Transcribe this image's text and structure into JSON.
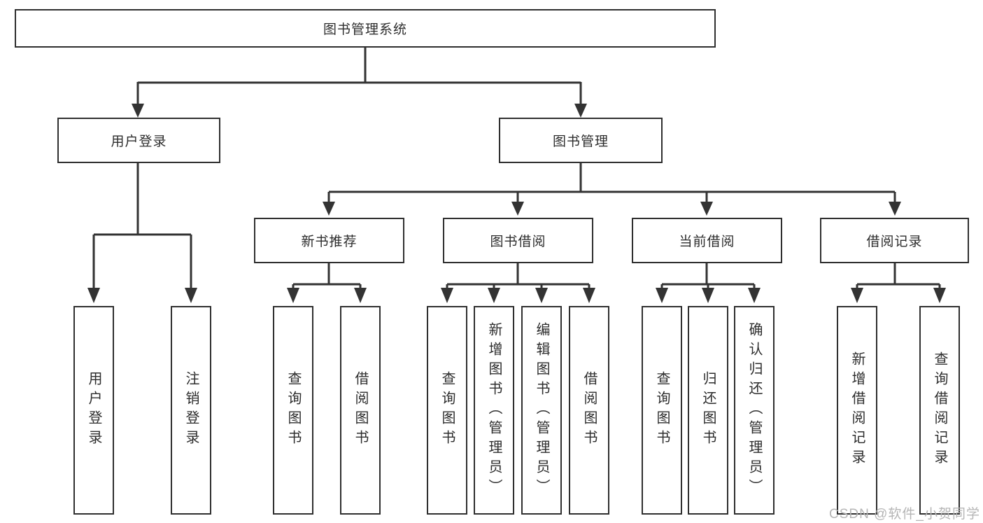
{
  "colors": {
    "line": "#333333",
    "box_border": "#2f2f2f",
    "box_background": "#ffffff",
    "text": "#2d2d2d",
    "watermark": "#b5b5b5"
  },
  "tree": {
    "label": "图书管理系统",
    "children": [
      {
        "label": "用户登录",
        "children": [
          {
            "label": "用户登录"
          },
          {
            "label": "注销登录"
          }
        ]
      },
      {
        "label": "图书管理",
        "children": [
          {
            "label": "新书推荐",
            "children": [
              {
                "label": "查询图书"
              },
              {
                "label": "借阅图书"
              }
            ]
          },
          {
            "label": "图书借阅",
            "children": [
              {
                "label": "查询图书"
              },
              {
                "label": "新增图书（管理员）"
              },
              {
                "label": "编辑图书（管理员）"
              },
              {
                "label": "借阅图书"
              }
            ]
          },
          {
            "label": "当前借阅",
            "children": [
              {
                "label": "查询图书"
              },
              {
                "label": "归还图书"
              },
              {
                "label": "确认归还（管理员）"
              }
            ]
          },
          {
            "label": "借阅记录",
            "children": [
              {
                "label": "新增借阅记录"
              },
              {
                "label": "查询借阅记录"
              }
            ]
          }
        ]
      }
    ]
  },
  "watermark": {
    "text": "CSDN @软件_小贺同学"
  }
}
